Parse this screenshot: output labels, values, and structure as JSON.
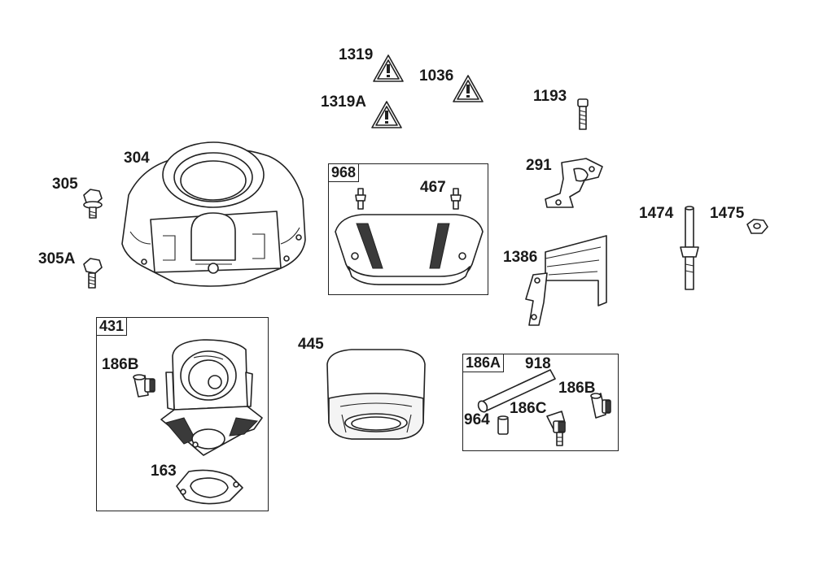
{
  "diagram": {
    "callouts": {
      "p1319": "1319",
      "p1036": "1036",
      "p1319A": "1319A",
      "p1193": "1193",
      "p304": "304",
      "p305": "305",
      "p305A": "305A",
      "p467": "467",
      "p291": "291",
      "p1474": "1474",
      "p1475": "1475",
      "p1386": "1386",
      "p445": "445",
      "p186B_left": "186B",
      "p163": "163",
      "p918": "918",
      "p186B_right": "186B",
      "p186C": "186C",
      "p964": "964"
    },
    "groups": {
      "g968": "968",
      "g431": "431",
      "g186A": "186A"
    }
  }
}
